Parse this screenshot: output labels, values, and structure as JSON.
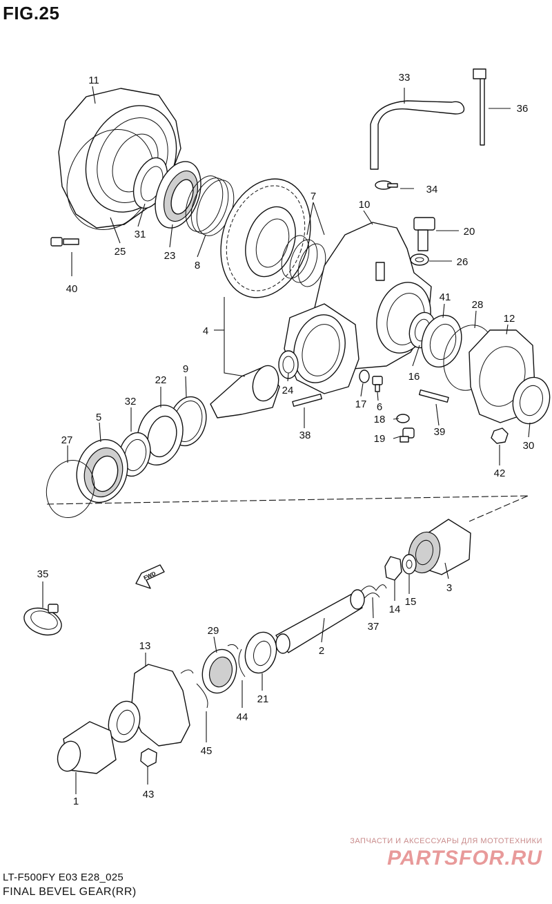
{
  "figure": {
    "title": "FIG.25",
    "model_code": "LT-F500FY E03 E28_025",
    "section_title": "FINAL BEVEL GEAR(RR)",
    "fwd_arrow_label": "FWD"
  },
  "watermark": {
    "tagline": "ЗАПЧАСТИ И АКСЕССУАРЫ ДЛЯ МОТОТЕХНИКИ",
    "brand": "PARTSFOR.RU"
  },
  "callouts": {
    "c1": "1",
    "c2": "2",
    "c3": "3",
    "c4": "4",
    "c5": "5",
    "c6": "6",
    "c7": "7",
    "c8": "8",
    "c9": "9",
    "c10": "10",
    "c11": "11",
    "c12": "12",
    "c13": "13",
    "c14": "14",
    "c15": "15",
    "c16": "16",
    "c17": "17",
    "c18": "18",
    "c19": "19",
    "c20": "20",
    "c21": "21",
    "c22": "22",
    "c23": "23",
    "c24": "24",
    "c25": "25",
    "c26": "26",
    "c27": "27",
    "c28": "28",
    "c29": "29",
    "c30": "30",
    "c31": "31",
    "c32": "32",
    "c33": "33",
    "c34": "34",
    "c35": "35",
    "c36": "36",
    "c37": "37",
    "c38": "38",
    "c39": "39",
    "c40": "40",
    "c41": "41",
    "c42": "42",
    "c43": "43",
    "c44": "44",
    "c45": "45"
  },
  "colors": {
    "line": "#111111",
    "watermark": "#e89a9a"
  }
}
